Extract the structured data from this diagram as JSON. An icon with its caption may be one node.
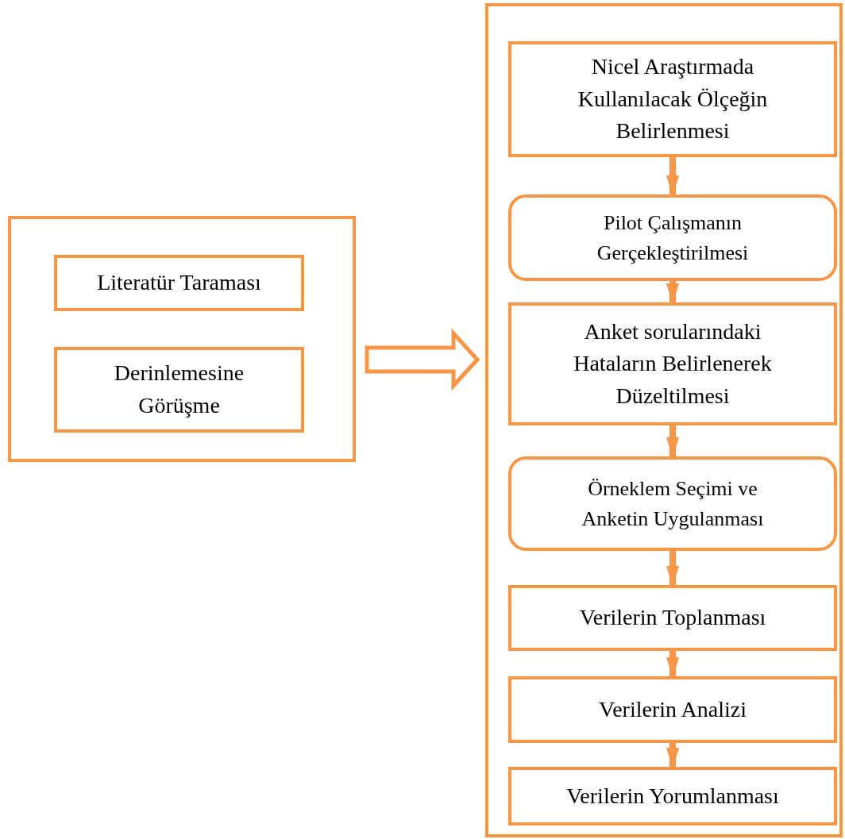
{
  "diagram": {
    "nodes": [
      {
        "text": [],
        "shape": "box"
      },
      {
        "text": [
          "Literatür Taraması"
        ],
        "in": 0
      },
      {
        "text": [
          "Derinlemesine Görüşme"
        ],
        "in": 0
      },
      {
        "text": [],
        "shape": "box"
      },
      {
        "text": [
          "Nicel Araştırmada Kullanılacak Ölçeğin Belirlenmesi"
        ],
        "in": 3
      },
      {
        "text": [
          "Pilot Çalışmanın Gerçekleştirilmesi"
        ],
        "in": 3
      },
      {
        "text": [
          "Anket sorularındaki Hataların Belirlenerek Düzeltilmesi"
        ],
        "in": 3
      },
      {
        "text": [
          "Örneklem Seçimi ve Anketin Uygulanması"
        ],
        "in": 3
      },
      {
        "text": [
          "Verilerin Toplanması"
        ],
        "in": 3
      },
      {
        "text": [
          "Verilerin Analizi"
        ],
        "in": 3
      },
      {
        "text": [
          "Verilerin Yorumlanması"
        ],
        "in": 3
      }
    ],
    "edges": [
      {
        "from": 0,
        "to": 3,
        "arrow": "to",
        "style": "thick"
      },
      {
        "from": 4,
        "to": 5,
        "arrow": "to"
      },
      {
        "from": 5,
        "to": 6,
        "arrow": "to"
      },
      {
        "from": 6,
        "to": 7,
        "arrow": "to"
      },
      {
        "from": 7,
        "to": 8,
        "arrow": "to"
      },
      {
        "from": 8,
        "to": 9,
        "arrow": "to"
      },
      {
        "from": 9,
        "to": 10,
        "arrow": "to"
      }
    ]
  }
}
